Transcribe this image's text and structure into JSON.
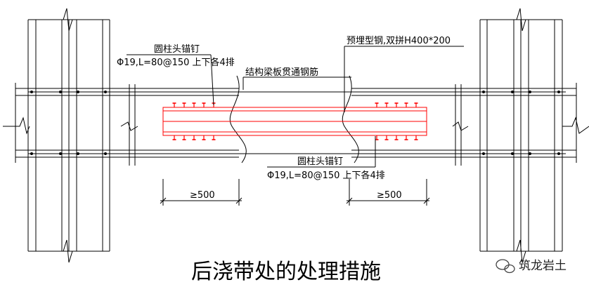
{
  "diagram": {
    "title": "后浇带处的处理措施",
    "labels": {
      "stud_top_name": "圆柱头锚钉",
      "stud_top_spec": "Φ19,L=80@150 上下各4排",
      "rebar_label": "结构梁板贯通钢筋",
      "steel_label": "预埋型钢,双拼H400*200",
      "stud_bottom_name": "圆柱头锚钉",
      "stud_bottom_spec": "Φ19,L=80@150 上下各4排",
      "dim_left": "≥500",
      "dim_right": "≥500"
    },
    "colors": {
      "line": "#000000",
      "steel": "#ff0000"
    }
  },
  "watermark": {
    "icon": "wechat-icon",
    "text": "筑龙岩土"
  }
}
